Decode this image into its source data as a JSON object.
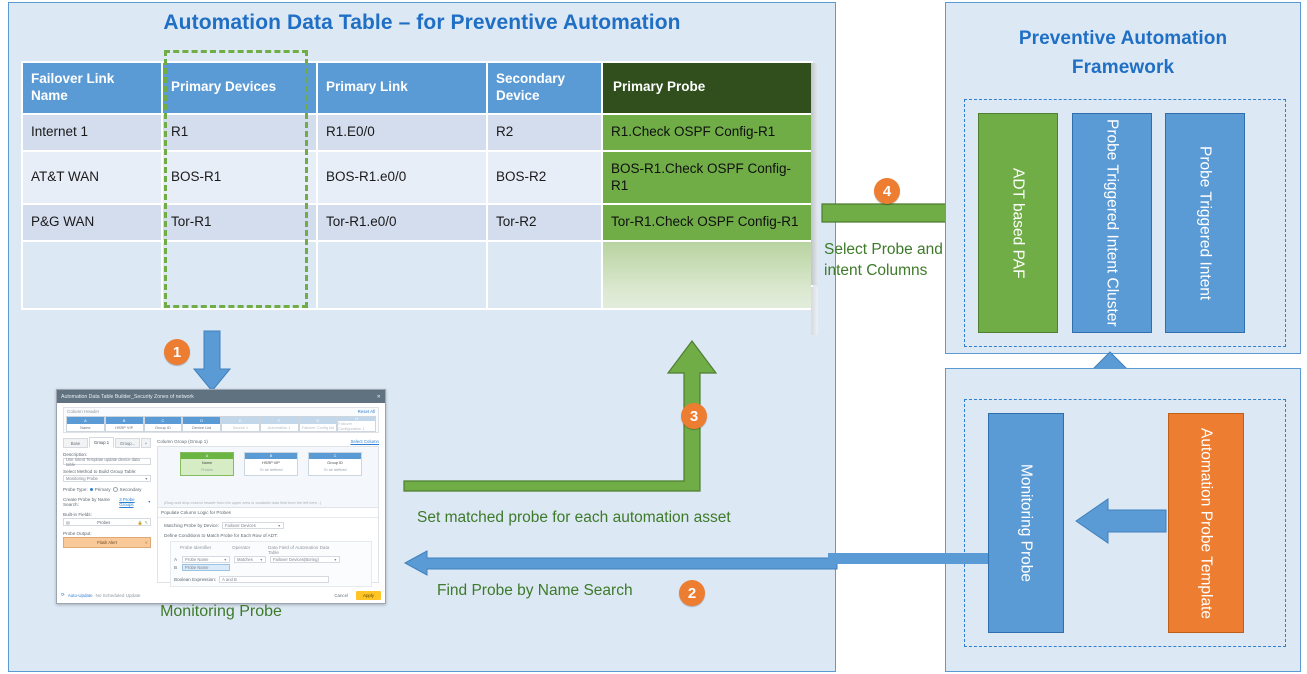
{
  "left_panel": {
    "title": "Automation Data Table – for Preventive Automation",
    "table": {
      "headers": [
        "Failover Link Name",
        "Primary Devices",
        "Primary Link",
        "Secondary Device",
        "Primary Probe"
      ],
      "rows": [
        [
          "Internet 1",
          "R1",
          "R1.E0/0",
          "R2",
          "R1.Check OSPF Config-R1"
        ],
        [
          "AT&T WAN",
          "BOS-R1",
          "BOS-R1.e0/0",
          "BOS-R2",
          "BOS-R1.Check OSPF Config-R1"
        ],
        [
          "P&G WAN",
          "Tor-R1",
          "Tor-R1.e0/0",
          "Tor-R2",
          "Tor-R1.Check OSPF Config-R1"
        ],
        [
          "",
          "",
          "",
          "",
          ""
        ]
      ]
    }
  },
  "badges": {
    "one": "1",
    "two": "2",
    "three": "3",
    "four": "4"
  },
  "arrow_labels": {
    "set_matched_probe": "Set matched probe for each automation asset",
    "find_probe": "Find Probe by Name Search",
    "select_probe": "Select Probe and intent Columns"
  },
  "screenshot": {
    "caption": "Monitoring Probe",
    "window_title": "Automation Data Table Builder_Security Zones of network",
    "close_glyph": "✕",
    "reset_link": "Reset All",
    "column_header_label": "Column Header",
    "column_headers": [
      {
        "letter": "A",
        "name": "Name"
      },
      {
        "letter": "B",
        "name": "HSRP VIP"
      },
      {
        "letter": "C",
        "name": "Group ID"
      },
      {
        "letter": "D",
        "name": "Device List"
      },
      {
        "letter": "E",
        "name": "Source 1"
      },
      {
        "letter": "F",
        "name": "Automation 1"
      },
      {
        "letter": "G",
        "name": "Failover Config list"
      },
      {
        "letter": "H",
        "name": "Failover Configuration 1"
      }
    ],
    "tabs": [
      "Base",
      "Group 1",
      "Group...",
      "+"
    ],
    "description_label": "Description:",
    "description_value": "Use Intent Template update device data table",
    "method_label": "Select Method to Build Group Table:",
    "method_value": "Monitoring Probe",
    "probe_type_label": "Probe Type:",
    "probe_type_options": [
      "Primary",
      "Secondary"
    ],
    "create_probe_label": "Create Probe by Name Search:",
    "create_probe_link": "3 Probe Groups",
    "builtin_label": "Built-in Fields:",
    "builtin_value": "Probes",
    "probe_output_label": "Probe Output:",
    "probe_output_value": "Flash Alert",
    "group_panel_title": "Column Group (Group 1)",
    "select_column_link": "Select Column",
    "group_cards": [
      {
        "letter": "A",
        "row1": "Name",
        "row2": "Probes"
      },
      {
        "letter": "B",
        "row1": "HSRP VIP",
        "row2": "To be defined"
      },
      {
        "letter": "C",
        "row1": "Group ID",
        "row2": "To be defined"
      }
    ],
    "drag_hint": "(Drag and drop column header from the upper area or available data field from the left here...)",
    "populate_title": "Populate Column Logic for Probes",
    "matching_label": "Matching Probe by Device:",
    "matching_value": "Failover Devices",
    "conditions_label": "Define Conditions to Match Probe for Each Row of ADT:",
    "cond_headers": [
      "Probe Identifier",
      "Operator",
      "Data Field of Automation Data Table"
    ],
    "cond_rows": [
      {
        "tag": "A",
        "f1": "Probe Name",
        "f2": "Matches",
        "f3": "Failover Devices(Boring)"
      },
      {
        "tag": "B",
        "f1": "Probe Name",
        "f2": "",
        "f3": ""
      }
    ],
    "boolean_label": "Boolean Expression:",
    "boolean_value": "A and B",
    "footer_auto_update": "Auto-Update",
    "footer_schedule": "No Scheduled Update",
    "footer_cancel": "Cancel",
    "footer_apply": "Apply"
  },
  "framework": {
    "title_line1": "Preventive Automation",
    "title_line2": "Framework",
    "top_boxes": [
      {
        "label": "ADT based PAF",
        "color": "green"
      },
      {
        "label": "Probe Triggered Intent Cluster",
        "color": "blue"
      },
      {
        "label": "Probe Triggered Intent",
        "color": "blue"
      }
    ],
    "bottom_boxes": [
      {
        "label": "Monitoring Probe",
        "color": "blue"
      },
      {
        "label": "Automation Probe Template",
        "color": "orange"
      }
    ]
  },
  "colors": {
    "accent_blue": "#5b9bd5",
    "title_blue": "#1f6fc4",
    "green": "#70ad47",
    "dark_green": "#304f1c",
    "orange": "#ed7d31",
    "panel_bg": "#dde8f5"
  }
}
